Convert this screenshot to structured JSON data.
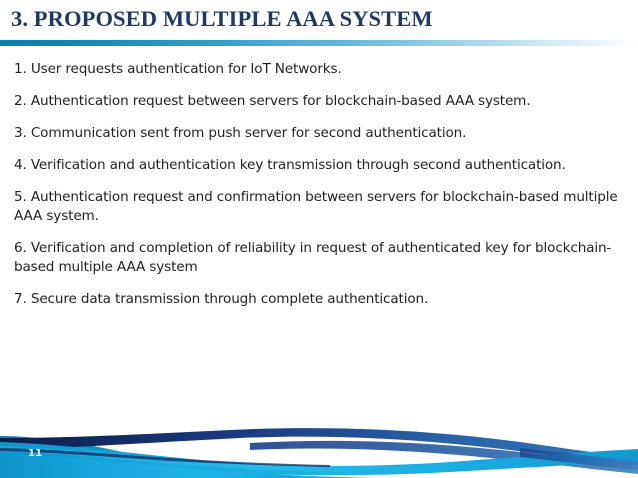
{
  "slide": {
    "title": "3. PROPOSED MULTIPLE AAA SYSTEM",
    "page_number": "11",
    "items": [
      "1. User requests authentication for IoT Networks.",
      "2. Authentication request between servers for blockchain-based AAA system.",
      "3. Communication sent from push server for second authentication.",
      "4. Verification and authentication key transmission through second authentication.",
      "5. Authentication request and confirmation between servers for blockchain-based multiple AAA system.",
      "6. Verification and completion of reliability in request of authenticated key for blockchain-based multiple AAA system",
      "7. Secure data transmission through complete authentication."
    ]
  },
  "colors": {
    "title_text": "#1f3864",
    "rule_start": "#0a7db0",
    "body_text": "#231f20",
    "wave_navy": "#1a3a7a",
    "wave_navy_dark": "#122a5e",
    "wave_cyan": "#17a8dd",
    "wave_cyan_light": "#39c0e8",
    "wave_blue_mid": "#2f6fb5",
    "page_number_text": "#ffffff",
    "background": "#ffffff"
  }
}
